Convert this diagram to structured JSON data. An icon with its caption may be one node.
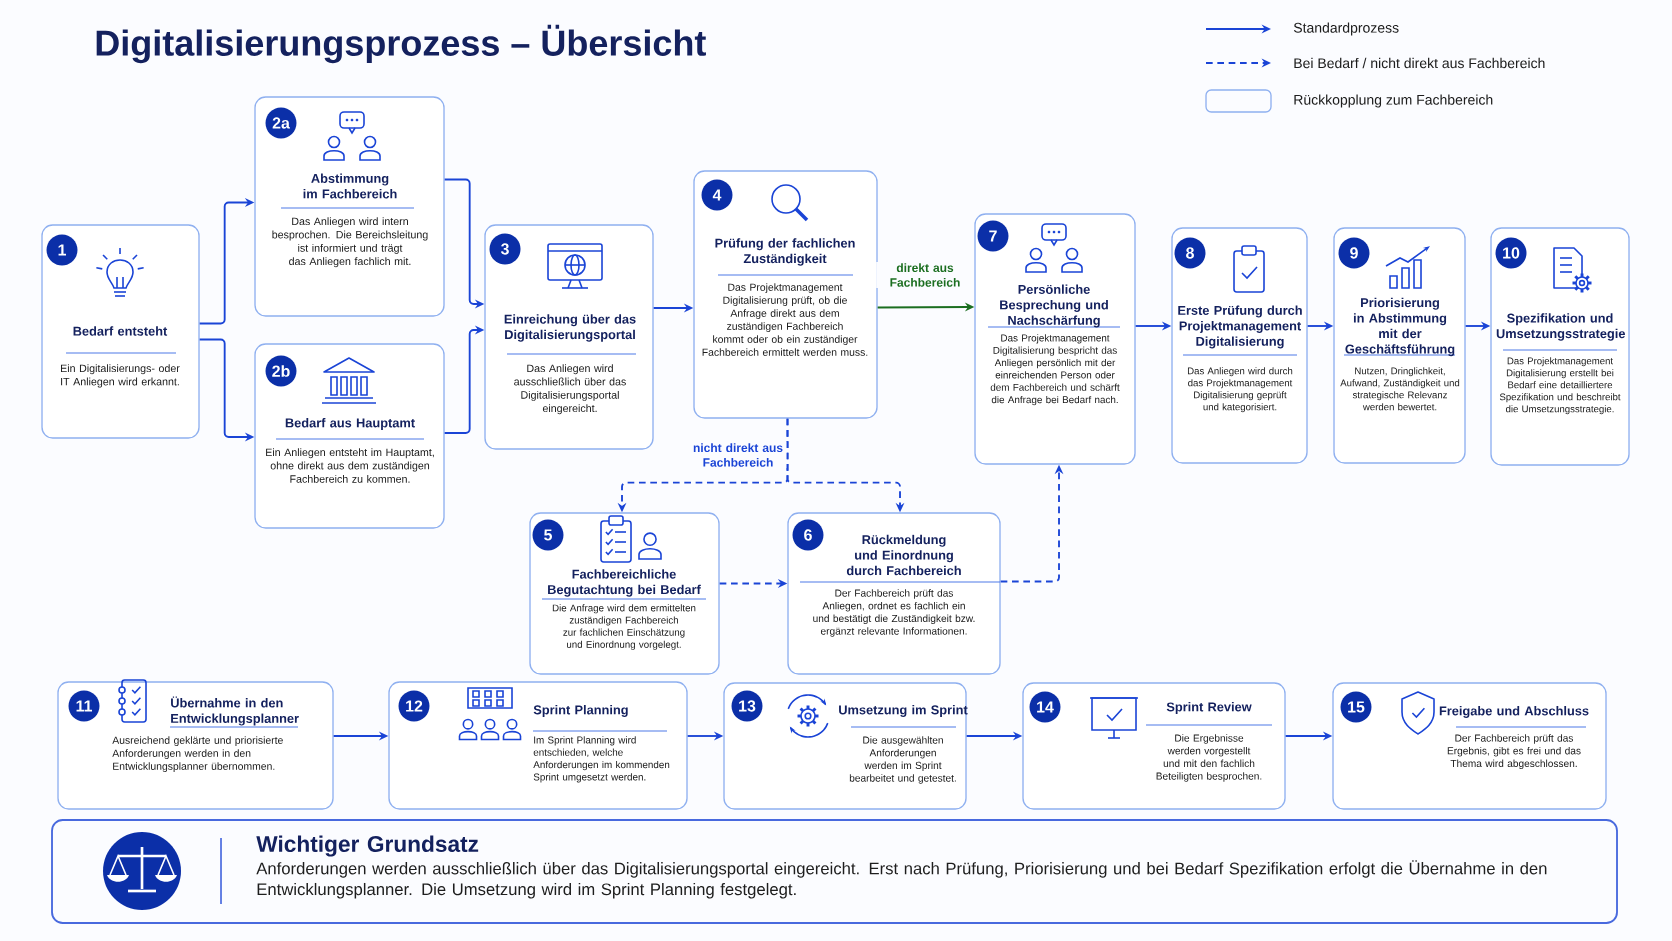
{
  "diagram": {
    "title": "Digitalisierungsprozess – Übersicht",
    "nodes": [
      {
        "text": [
          "1",
          "Bedarf entsteht",
          "Ein Digitalisierungs- oder IT Anliegen wird erkannt."
        ]
      },
      {
        "text": [
          "2a",
          "Abstimmung im Fachbereich",
          "Das Anliegen wird intern besprochen. Die Bereichsleitung ist informiert und trägt das Anliegen fachlich mit."
        ]
      },
      {
        "text": [
          "2b",
          "Bedarf aus Hauptamt",
          "Ein Anliegen entsteht im Hauptamt, ohne direkt aus dem zuständigen Fachbereich zu kommen."
        ]
      },
      {
        "text": [
          "3",
          "Einreichung über das Digitalisierungsportal",
          "Das Anliegen wird ausschließlich über das Digitalisierungsportal eingereicht."
        ]
      },
      {
        "text": [
          "4",
          "Prüfung der fachlichen Zuständigkeit",
          "Das Projektmanagement Digitalisierung prüft, ob die Anfrage direkt aus dem zuständigen Fachbereich kommt oder ob ein zuständiger Fachbereich ermittelt werden muss."
        ]
      },
      {
        "text": [
          "5",
          "Fachbereichliche Begutachtung bei Bedarf",
          "Die Anfrage wird dem ermittelten zuständigen Fachbereich zur fachlichen Einschätzung und Einordnung vorgelegt."
        ]
      },
      {
        "text": [
          "6",
          "Rückmeldung und Einordnung durch Fachbereich",
          "Der Fachbereich prüft das Anliegen, ordnet es fachlich ein und bestätigt die Zuständigkeit bzw. ergänzt relevante Informationen."
        ]
      },
      {
        "text": [
          "7",
          "Persönliche Besprechung und Nachschärfung",
          "Das Projektmanagement Digitalisierung bespricht das Anliegen persönlich mit der einreichenden Person oder dem Fachbereich und schärft die Anfrage bei Bedarf nach."
        ]
      },
      {
        "text": [
          "8",
          "Erste Prüfung durch Projektmanagement Digitalisierung",
          "Das Anliegen wird durch das Projektmanagement Digitalisierung geprüft und kategorisiert."
        ]
      },
      {
        "text": [
          "9",
          "Priorisierung in Abstimmung mit der Geschäftsführung",
          "Nutzen, Dringlichkeit, Aufwand, Zuständigkeit und strategische Relevanz werden bewertet."
        ]
      },
      {
        "text": [
          "10",
          "Spezifikation und Umsetzungsstrategie",
          "Das Projektmanagement Digitalisierung erstellt bei Bedarf eine detailliertere Spezifikation und beschreibt die Umsetzungsstrategie."
        ]
      },
      {
        "text": [
          "11",
          "Übernahme in den Entwicklungsplanner",
          "Ausreichend geklärte und priorisierte Anforderungen werden in den Entwicklungsplanner übernommen."
        ]
      },
      {
        "text": [
          "12",
          "Sprint Planning",
          "Im Sprint Planning wird entschieden, welche Anforderungen im kommenden Sprint umgesetzt werden."
        ]
      },
      {
        "text": [
          "13",
          "Umsetzung im Sprint",
          "Die ausgewählten Anforderungen werden im Sprint bearbeitet und getestet."
        ]
      },
      {
        "text": [
          "14",
          "Sprint Review",
          "Die Ergebnisse werden vorgestellt und mit den fachlich Beteiligten besprochen."
        ]
      },
      {
        "text": [
          "15",
          "Freigabe und Abschluss",
          "Der Fachbereich prüft das Ergebnis, gibt es frei und das Thema wird abgeschlossen."
        ]
      },
      {
        "text": [
          "Wichtiger Grundsatz",
          "Anforderungen werden ausschließlich über das Digitalisierungsportal eingereicht. Erst nach Prüfung, Priorisierung und bei Bedarf Spezifikation erfolgt die Übernahme in den Entwicklungsplanner. Die Umsetzung wird im Sprint Planning festgelegt."
        ]
      }
    ],
    "edges": [
      {
        "from": 0,
        "to": 1,
        "arrow": "to"
      },
      {
        "from": 0,
        "to": 2,
        "arrow": "to"
      },
      {
        "from": 1,
        "to": 3,
        "arrow": "to"
      },
      {
        "from": 2,
        "to": 3,
        "arrow": "to"
      },
      {
        "from": 3,
        "to": 4,
        "arrow": "to"
      },
      {
        "from": 4,
        "to": 7,
        "arrow": "to",
        "label": "direkt aus Fachbereich",
        "color": "#1b6e20"
      },
      {
        "from": 4,
        "to": 5,
        "arrow": "to",
        "label": "nicht direkt aus Fachbereich",
        "style": "dashed"
      },
      {
        "from": 4,
        "to": 6,
        "arrow": "to",
        "style": "dashed"
      },
      {
        "from": 5,
        "to": 6,
        "arrow": "to",
        "style": "dashed"
      },
      {
        "from": 6,
        "to": 7,
        "arrow": "to",
        "style": "dashed"
      },
      {
        "from": 7,
        "to": 8,
        "arrow": "to"
      },
      {
        "from": 8,
        "to": 9,
        "arrow": "to"
      },
      {
        "from": 9,
        "to": 10,
        "arrow": "to"
      },
      {
        "from": 11,
        "to": 12,
        "arrow": "to"
      },
      {
        "from": 12,
        "to": 13,
        "arrow": "to"
      },
      {
        "from": 13,
        "to": 14,
        "arrow": "to"
      },
      {
        "from": 14,
        "to": 15,
        "arrow": "to"
      }
    ],
    "legend": [
      {
        "text": "Standardprozess"
      },
      {
        "text": "Bei Bedarf / nicht direkt aus Fachbereich"
      },
      {
        "text": "Rückkopplung zum Fachbereich"
      }
    ]
  }
}
